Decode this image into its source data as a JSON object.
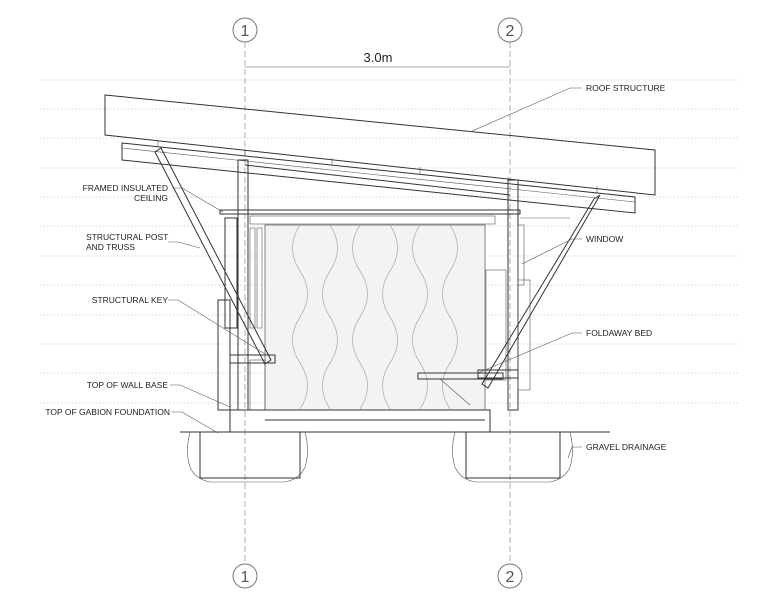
{
  "grid_axes": [
    {
      "label": "1"
    },
    {
      "label": "2"
    }
  ],
  "dimension": {
    "label": "3.0m"
  },
  "annotations": {
    "roof_structure": "ROOF STRUCTURE",
    "framed_insulated_ceiling": [
      "FRAMED INSULATED",
      "CEILING"
    ],
    "structural_post_truss": [
      "STRUCTURAL POST",
      "AND TRUSS"
    ],
    "window": "WINDOW",
    "structural_key": "STRUCTURAL KEY",
    "foldaway_bed": "FOLDAWAY BED",
    "top_of_wall_base": "TOP OF WALL BASE",
    "top_of_gabion_foundation": "TOP OF GABION FOUNDATION",
    "gravel_drainage": "GRAVEL DRAINAGE"
  }
}
